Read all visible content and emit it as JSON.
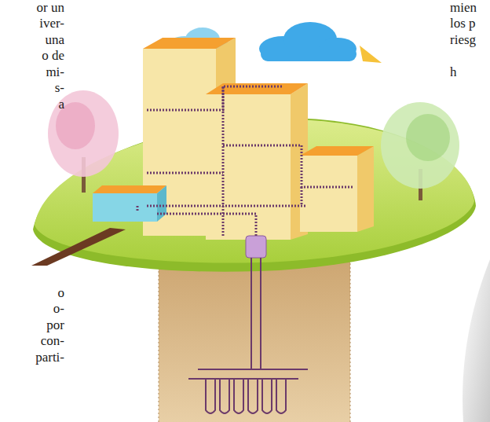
{
  "diagram": {
    "labels": [
      "or un",
      "iver-",
      "una",
      "o de",
      "mi-",
      "s-",
      "a",
      "o",
      "o-",
      "por",
      "con-",
      "parti-",
      "mien",
      "los p",
      "riesg",
      "h"
    ]
  }
}
